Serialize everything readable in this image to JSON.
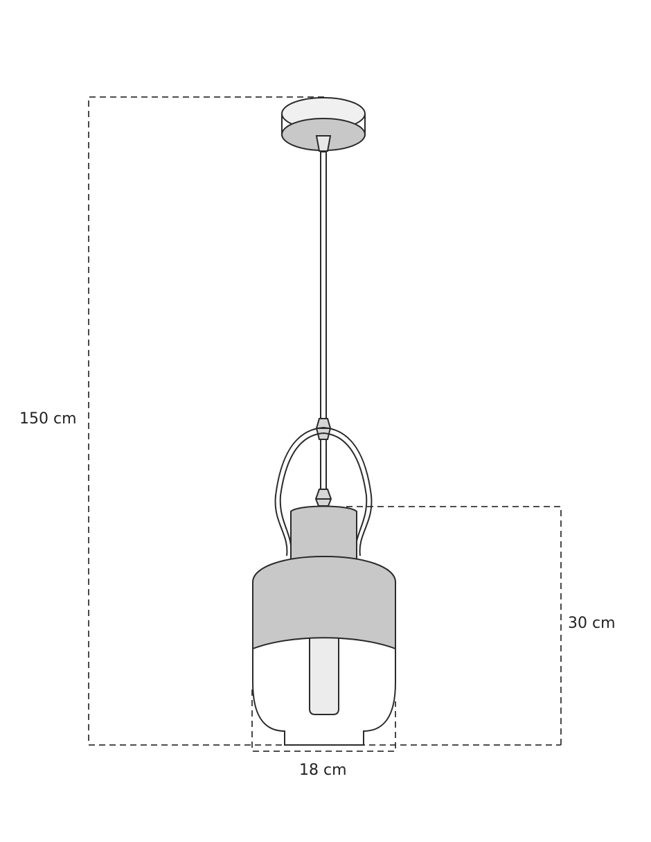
{
  "dimensions": {
    "total_height": "150 cm",
    "shade_height": "30 cm",
    "shade_width": "18 cm"
  },
  "colors": {
    "line": "#2a2a2a",
    "shade_fill": "#c8c8c8",
    "canopy_top": "#f0f0f0",
    "canopy_bottom": "#c8c8c8",
    "bulb_fill": "#ececec",
    "glass_fill": "#ffffff"
  }
}
